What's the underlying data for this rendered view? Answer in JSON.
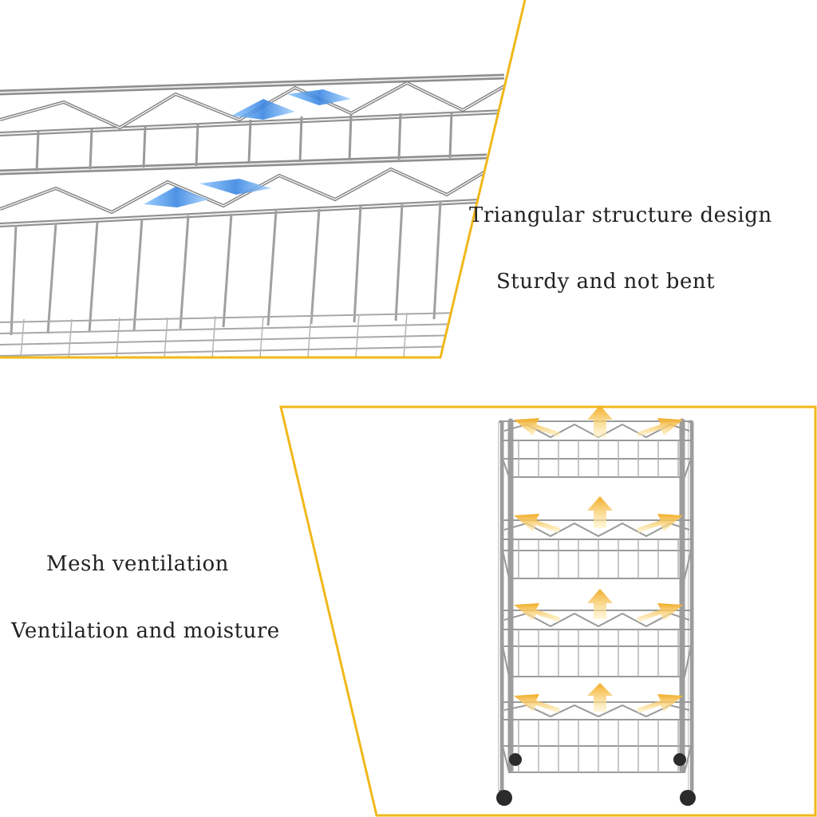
{
  "accent_color": "#f0b81a",
  "highlight_color": "#3d8fe8",
  "arrow_color": "#f5b435",
  "top_panel": {
    "image": "wire-basket-closeup",
    "captions": [
      "Triangular structure design",
      "Sturdy and not bent"
    ]
  },
  "bottom_panel": {
    "image": "four-tier-wire-cart",
    "captions": [
      "Mesh ventilation",
      "Ventilation and moisture"
    ]
  }
}
